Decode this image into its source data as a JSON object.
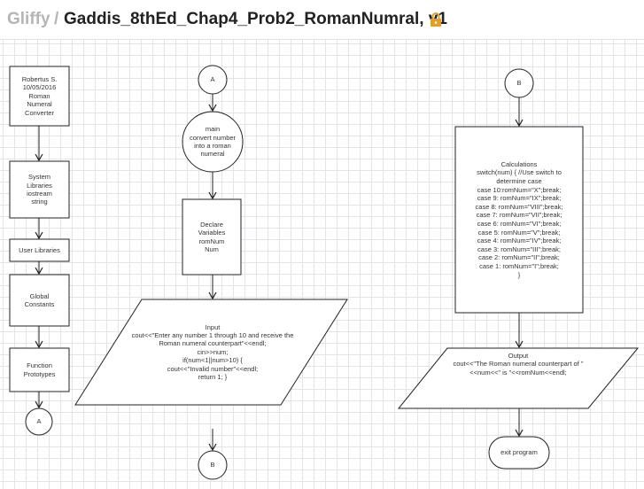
{
  "header": {
    "brand": "Gliffy",
    "separator": "/",
    "title": "Gaddis_8thEd_Chap4_Prob2_RomanNumral, v1",
    "lock_icon": "lock-icon",
    "lock_color": "#e0a020"
  },
  "diagram": {
    "info_box": [
      "Robertus S.",
      "10/05/2016",
      "Roman",
      "Numeral",
      "Converter"
    ],
    "system_libraries": [
      "System",
      "Libraries",
      "iostream",
      "string"
    ],
    "user_libraries": [
      "User Libraries"
    ],
    "global_constants": [
      "Global",
      "Constants"
    ],
    "function_prototypes": [
      "Function",
      "Prototypes"
    ],
    "connector_a_left": "A",
    "connector_a_top": "A",
    "main_circle": [
      "main",
      "convert number",
      "into a roman",
      "numeral"
    ],
    "declare_box": [
      "Declare",
      "Variables",
      "romNum",
      "Num"
    ],
    "input_para": [
      "Input",
      "cout<<\"Enter any number 1 through 10 and receive the",
      "Roman numeral counterpart\"<<endl;",
      "cin>>num;",
      "if(num<1||num>10) {",
      "cout<<\"Invalid number\"<<endl;",
      "return 1; }"
    ],
    "connector_b_bottom": "B",
    "connector_b_top": "B",
    "calculations_box": [
      "Calculations",
      "switch(num) { //Use switch to",
      "determine case",
      "case 10:romNum=\"X\";break;",
      "case 9: romNum=\"IX\";break;",
      "case 8: romNum=\"VIII\";break;",
      "case 7: romNum=\"VII\";break;",
      "case 6: romNum=\"VI\";break;",
      "case 5: romNum=\"V\";break;",
      "case 4: romNum=\"IV\";break;",
      "case 3: romNum=\"III\";break;",
      "case 2: romNum=\"II\";break;",
      "case 1: romNum=\"I\";break;",
      "}"
    ],
    "output_para": [
      "Output",
      "cout<<\"The Roman numeral counterpart of \"",
      "<<num<<\" is \"<<romNum<<endl;"
    ],
    "exit_terminator": "exit program"
  }
}
